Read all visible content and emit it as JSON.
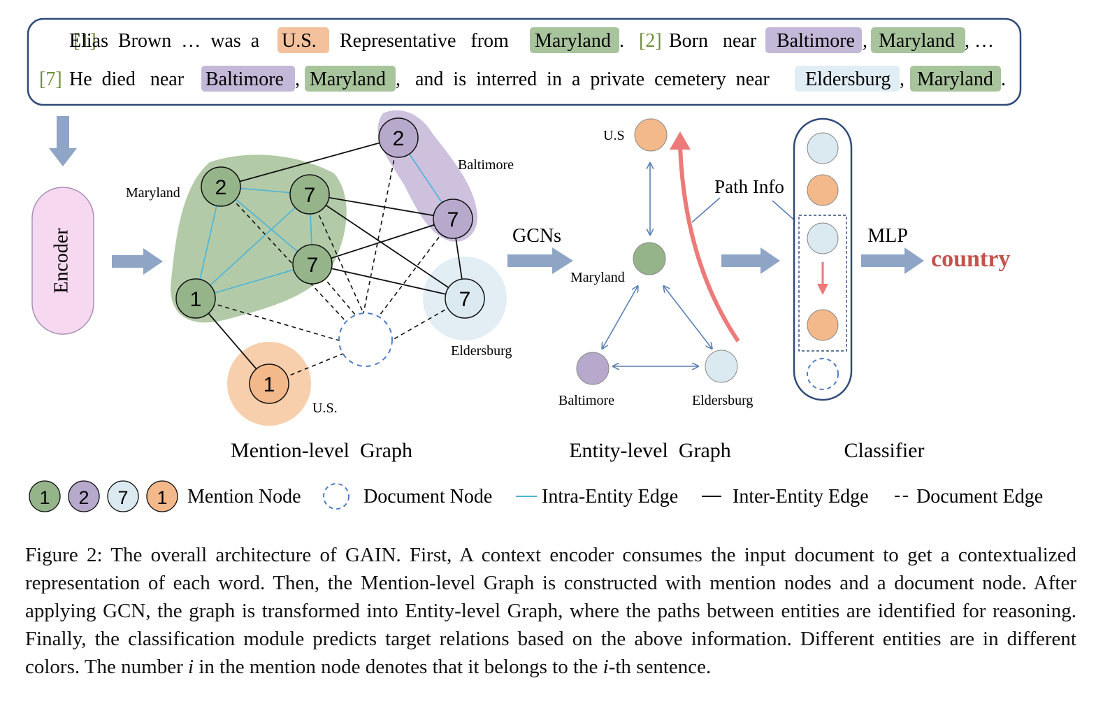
{
  "document": {
    "line1": {
      "idx1": "[1]",
      "t1": "Elias  Brown  …  was  a",
      "e_us": "U.S.",
      "t2": "Representative   from",
      "e_md1": "Maryland",
      "t3": ".",
      "idx2": "[2]",
      "t4": "Born   near",
      "e_balt1": "Baltimore",
      "t5": ",",
      "e_md2": "Maryland",
      "t6": ", …"
    },
    "line2": {
      "idx7": "[7]",
      "t1": "He  died   near",
      "e_balt2": "Baltimore",
      "t2": ",",
      "e_md3": "Maryland",
      "t3": ",   and  is  interred  in  a  private  cemetery  near",
      "e_elders": "Eldersburg",
      "t4": ",",
      "e_md4": "Maryland",
      "t5": "."
    }
  },
  "encoder_label": "Encoder",
  "mention_graph": {
    "title": "Mention-level  Graph",
    "labels": {
      "maryland": "Maryland",
      "baltimore": "Baltimore",
      "eldersburg": "Eldersburg",
      "us": "U.S."
    },
    "nodes": {
      "md_2": "2",
      "md_7a": "7",
      "md_7b": "7",
      "md_1": "1",
      "balt_2": "2",
      "balt_7": "7",
      "eld_7": "7",
      "us_1": "1"
    }
  },
  "gcns_label": "GCNs",
  "entity_graph": {
    "title": "Entity-level  Graph",
    "us": "U.S",
    "maryland": "Maryland",
    "baltimore": "Baltimore",
    "eldersburg": "Eldersburg",
    "path_info": "Path Info"
  },
  "classifier": {
    "title": "Classifier",
    "mlp_label": "MLP",
    "output": "country"
  },
  "legend": {
    "n1": "1",
    "n2": "2",
    "n3": "7",
    "n4": "1",
    "mention_node": "Mention Node",
    "document_node": "Document Node",
    "intra_edge": "Intra-Entity Edge",
    "inter_edge": "Inter-Entity Edge",
    "doc_edge": "Document Edge"
  },
  "caption": {
    "part1": "Figure 2:  The overall architecture of GAIN. First, A context encoder consumes the input document to get a contextualized representation of each word. Then, the Mention-level Graph is constructed with mention nodes and a document node. After applying GCN, the graph is transformed into Entity-level Graph, where the paths between entities are identified for reasoning. Finally, the classification module predicts target relations based on the above information. Different entities are in different colors. The number ",
    "i1": "i",
    "part2": " in the mention node denotes that it belongs to the ",
    "i2": "i",
    "part3": "-th sentence."
  },
  "colors": {
    "maryland": "#95b48a",
    "maryland_region": "#aac49d",
    "baltimore": "#b7a9cc",
    "baltimore_region": "#cdc1dd",
    "eldersburg": "#dbe9f0",
    "us": "#f3b98a",
    "us_region": "#f7cfac",
    "encoder": "#f6d9f0",
    "arrow": "#8ea5c6",
    "intra_edge": "#4bb4d8",
    "red_arrow": "#eb7a78",
    "output_text": "#c5524d",
    "index_text": "#6e8f3a",
    "frame": "#2f4a78"
  }
}
